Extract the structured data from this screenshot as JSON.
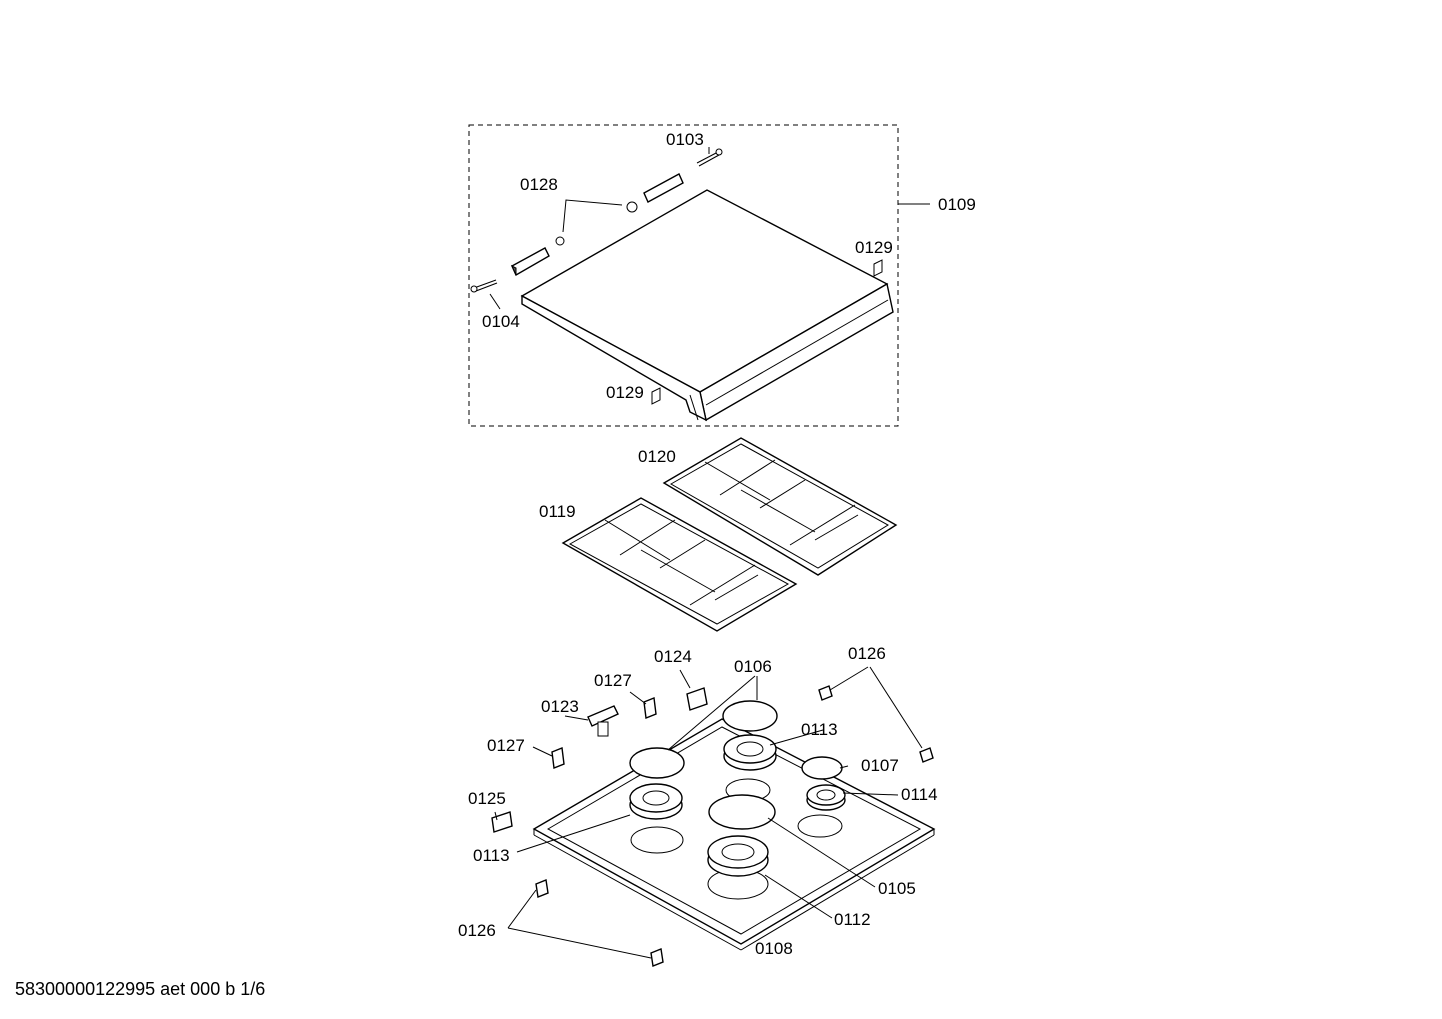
{
  "parts": {
    "p0103": "0103",
    "p0128": "0128",
    "p0109": "0109",
    "p0129": "0129",
    "p0104": "0104",
    "p0120": "0120",
    "p0119": "0119",
    "p0124": "0124",
    "p0106": "0106",
    "p0126": "0126",
    "p0127": "0127",
    "p0123": "0123",
    "p0113": "0113",
    "p0107": "0107",
    "p0125": "0125",
    "p0114": "0114",
    "p0105": "0105",
    "p0112": "0112",
    "p0108": "0108"
  },
  "footer": "58300000122995 aet 000 b 1/6"
}
